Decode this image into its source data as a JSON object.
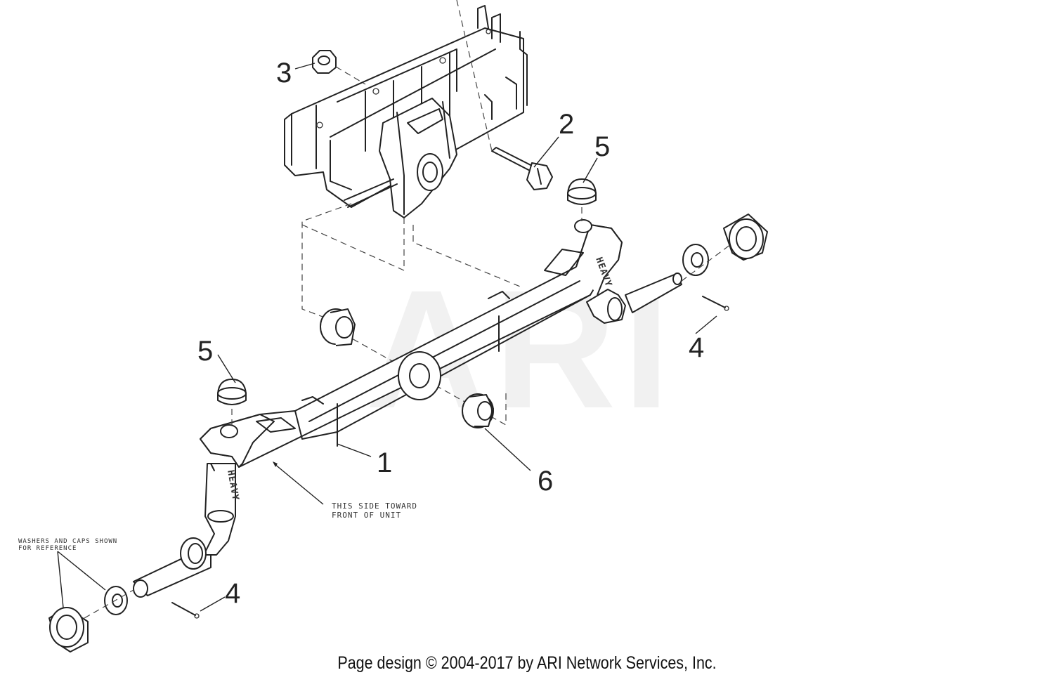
{
  "watermark": "ARI",
  "callouts": {
    "c1": "1",
    "c2": "2",
    "c3": "3",
    "c4_right": "4",
    "c4_left": "4",
    "c5_right": "5",
    "c5_left": "5",
    "c6": "6"
  },
  "notes": {
    "side_line1": "THIS SIDE TOWARD",
    "side_line2": "FRONT OF UNIT",
    "washers_line1": "WASHERS AND CAPS SHOWN",
    "washers_line2": "FOR REFERENCE"
  },
  "axle_marking": "HEAVY",
  "footer": "Page design © 2004-2017 by ARI Network Services, Inc."
}
